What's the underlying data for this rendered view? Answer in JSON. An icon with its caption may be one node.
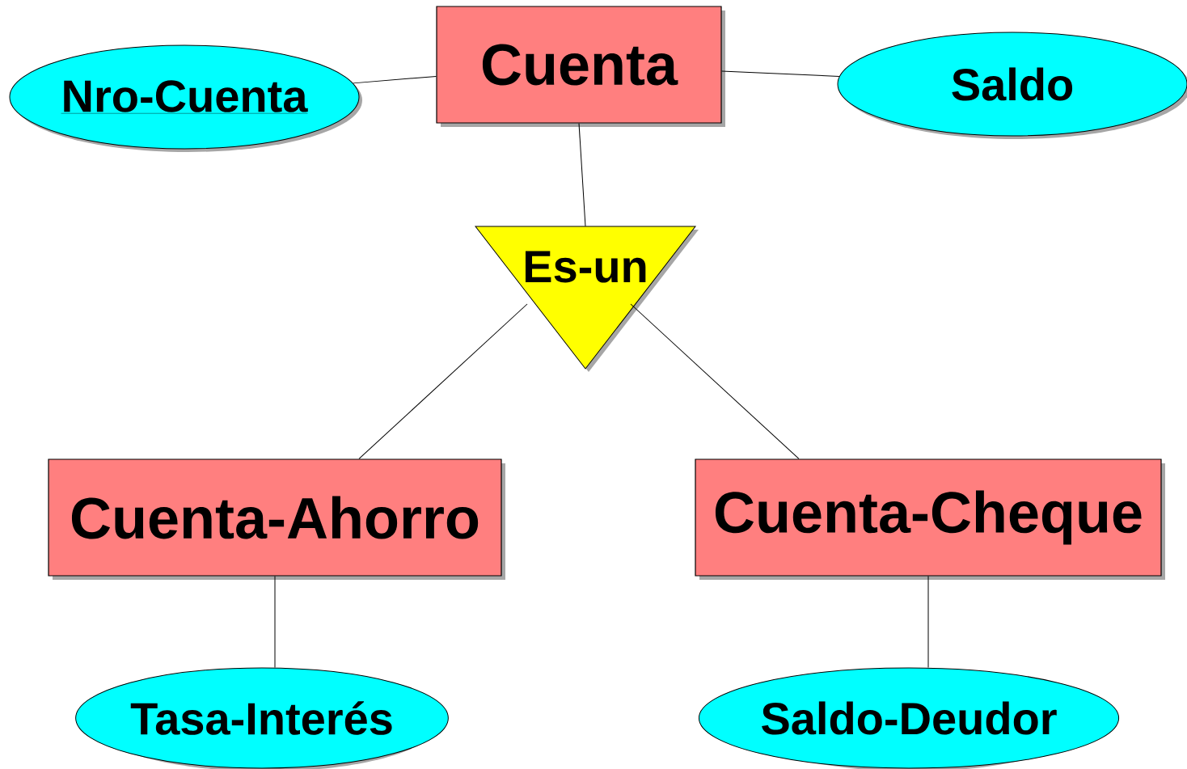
{
  "diagram": {
    "nodes": [
      {
        "text": [
          "Cuenta"
        ]
      },
      {
        "text": [
          "Nro-Cuenta"
        ]
      },
      {
        "text": [
          "Saldo"
        ]
      },
      {
        "text": [
          "Es-un"
        ]
      },
      {
        "text": [
          "Cuenta-Ahorro"
        ]
      },
      {
        "text": [
          "Cuenta-Cheque"
        ]
      },
      {
        "text": [
          "Tasa-Interés"
        ]
      },
      {
        "text": [
          "Saldo-Deudor"
        ]
      }
    ],
    "edges": [
      {
        "from": 1,
        "to": 0,
        "arrow": "none"
      },
      {
        "from": 0,
        "to": 2,
        "arrow": "none"
      },
      {
        "from": 0,
        "to": 3,
        "arrow": "none"
      },
      {
        "from": 3,
        "to": 4,
        "arrow": "none"
      },
      {
        "from": 3,
        "to": 5,
        "arrow": "none"
      },
      {
        "from": 4,
        "to": 6,
        "arrow": "none"
      },
      {
        "from": 5,
        "to": 7,
        "arrow": "none"
      }
    ]
  }
}
